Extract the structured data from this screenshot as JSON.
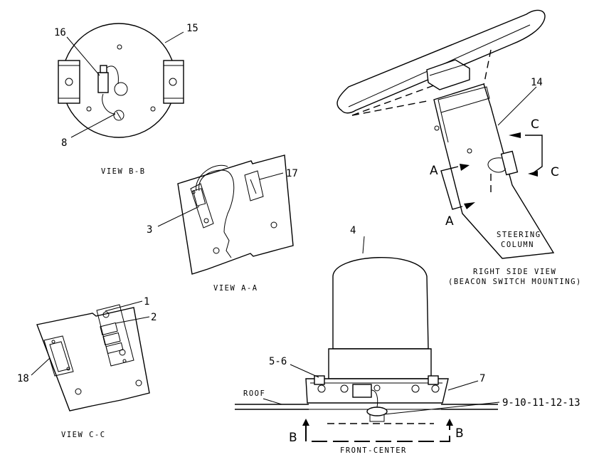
{
  "views": {
    "view_bb": "VIEW B-B",
    "view_aa": "VIEW A-A",
    "view_cc": "VIEW C-C",
    "right_side_line1": "RIGHT SIDE VIEW",
    "right_side_line2": "(BEACON SWITCH MOUNTING)",
    "steering_line1": "STEERING",
    "steering_line2": "COLUMN",
    "roof": "ROOF",
    "front_center": "FRONT-CENTER"
  },
  "section_markers": {
    "a_upper": "A",
    "a_lower": "A",
    "c_upper": "C",
    "c_lower": "C",
    "b_left": "B",
    "b_right": "B"
  },
  "callouts": {
    "c1": "1",
    "c2": "2",
    "c3": "3",
    "c4": "4",
    "c5_6": "5-6",
    "c7": "7",
    "c8": "8",
    "c9_13": "9-10-11-12-13",
    "c14": "14",
    "c15": "15",
    "c16": "16",
    "c17": "17",
    "c18": "18"
  }
}
